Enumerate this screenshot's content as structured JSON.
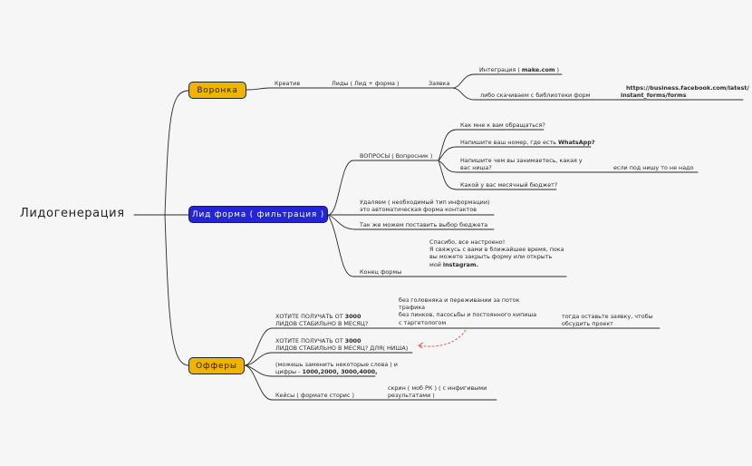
{
  "root": {
    "label": "Лидогенерация"
  },
  "colors": {
    "yellow": "#f0b400",
    "blue": "#2424d9",
    "line": "#2b2b2b",
    "dashed": "#e8453c"
  },
  "nodes": {
    "funnel": "Воронка",
    "leadform": "Лид форма ( фильтрация )",
    "offers": "Офферы"
  },
  "funnel": {
    "creative": "Креатив",
    "leads": "Лиды ( Лид + форма )",
    "request": "Заявка",
    "integration_prefix": "Интеграция ( ",
    "integration_bold": "make.com",
    "integration_suffix": " )",
    "download": "либо скачиваем с библиотеки форм",
    "url_line1": "https://business.facebook.com/latest/",
    "url_line2": "instant_forms/forms"
  },
  "leadform": {
    "questions": "ВОПРОСЫ ( Вопросник )",
    "q1": "Как мне к вам обращаться?",
    "q2_prefix": "Напишите ваш номер, где есть ",
    "q2_bold": "WhatsApp?",
    "q3_line1": "Напишите чем вы занимаетесь, какая у",
    "q3_line2": "вас ниша?",
    "q3_note": "если под нишу то не надо",
    "q4": "Какой у вас месячный бюджет?",
    "remove_line1": "Удаляем ( необходимый тип информации)",
    "remove_line2": "это автоматическая форма контактов",
    "budget": "Так же можем поставить выбор бюджета",
    "end": "Конец формы",
    "thanks_line1": "Спасибо, все настроено!",
    "thanks_line2": "Я свяжусь с вами в ближайшее время, пока",
    "thanks_line3": "вы можете закрыть форму или открыть",
    "thanks_line4_prefix": "мой ",
    "thanks_line4_bold": "instagram."
  },
  "offers": {
    "o1_line1_prefix": "ХОТИТЕ ПОЛУЧАТЬ ОТ ",
    "o1_line1_bold": "3000",
    "o1_line2": "ЛИДОВ СТАБИЛЬНО В МЕСЯЦ?",
    "o1_detail_line1": "без головняка и переживании за поток",
    "o1_detail_line2": "трафика",
    "o1_detail_line3": "без пинков, пасосьбы и постоянного кипиша",
    "o1_detail_line4": "с таргетологом",
    "o1_note_line1": "тогда оставьте заявку, чтобы",
    "o1_note_line2": "обсудить проект",
    "o2_line1_prefix": "ХОТИТЕ ПОЛУЧАТЬ ОТ ",
    "o2_line1_bold": "3000",
    "o2_line2": "ЛИДОВ СТАБИЛЬНО В МЕСЯЦ? ДЛЯ( НИША)",
    "o3_line1": "(можешь заменить некоторые слова ) и",
    "o3_line2_prefix": "цифры - ",
    "o3_line2_bold": "1000,2000, 3000,4000,",
    "cases": "Кейсы ( формате сторис )",
    "cases_detail_line1": "скрин ( моб РК ) ( с инфигивыми",
    "cases_detail_line2": "результатами )"
  }
}
